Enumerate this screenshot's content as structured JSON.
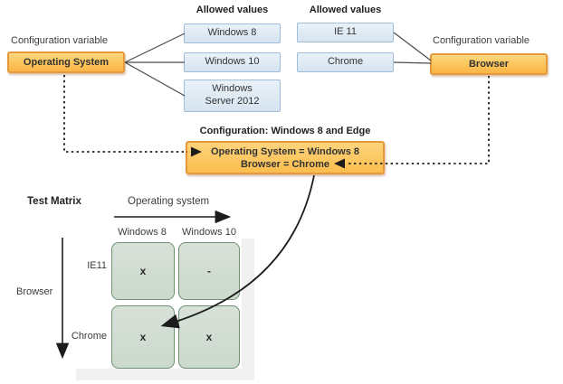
{
  "os_variable": {
    "label": "Configuration variable",
    "name": "Operating System",
    "allowed_header": "Allowed values",
    "values": [
      "Windows 8",
      "Windows 10",
      "Windows Server 2012"
    ]
  },
  "browser_variable": {
    "label": "Configuration variable",
    "name": "Browser",
    "allowed_header": "Allowed values",
    "values": [
      "IE 11",
      "Chrome"
    ]
  },
  "configuration": {
    "title": "Configuration: Windows 8 and Edge",
    "line1": "Operating System = Windows 8",
    "line2": "Browser = Chrome"
  },
  "test_matrix": {
    "title": "Test Matrix",
    "x_axis_label": "Operating system",
    "y_axis_label": "Browser",
    "columns": [
      "Windows 8",
      "Windows 10"
    ],
    "rows": [
      "IE11",
      "Chrome"
    ],
    "cells": [
      [
        "x",
        "-"
      ],
      [
        "x",
        "x"
      ]
    ]
  },
  "colors": {
    "variable_fill": "#FBBB47",
    "variable_border": "#E5993A",
    "value_fill": "#DEE9F4",
    "value_border": "#9FBCD8",
    "matrix_cell_fill": "#D0DCD1",
    "matrix_cell_border": "#6F9171",
    "connector": "#4A4A4A"
  }
}
